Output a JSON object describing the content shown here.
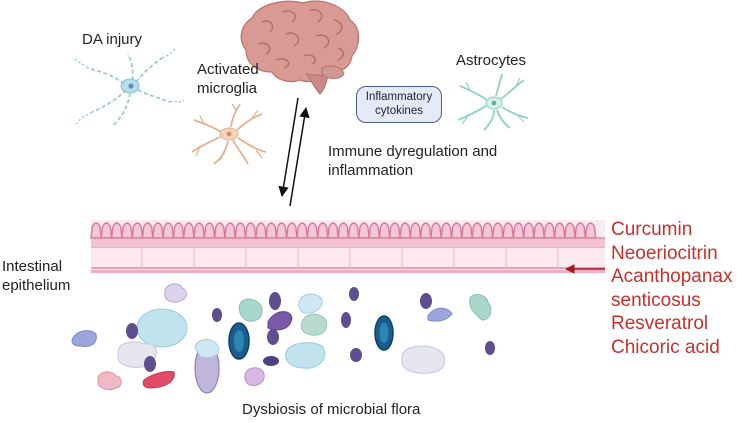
{
  "labels": {
    "da_injury": "DA injury",
    "microglia_line1": "Activated",
    "microglia_line2": "microglia",
    "astrocytes": "Astrocytes",
    "cytokines_line1": "Inflammatory",
    "cytokines_line2": "cytokines",
    "immune_line1": "Immune dyregulation and",
    "immune_line2": "inflammation",
    "epithelium_line1": "Intestinal",
    "epithelium_line2": "epithelium",
    "dysbiosis": "Dysbiosis of microbial flora"
  },
  "treatments": [
    "Curcumin",
    "Neoeriocitrin",
    "Acanthopanax",
    "senticosus",
    "Resveratrol",
    "Chicoric acid"
  ],
  "icons": [
    "brain-icon",
    "neuron-icon",
    "microglia-icon",
    "astrocyte-icon",
    "intestinal-epithelium-icon",
    "bacteria-icon"
  ],
  "colors": {
    "treatment_text": "#c9302c",
    "treatment_arrow": "#9e1b20",
    "brain": "#d99a94",
    "epithelium": "#e9a6be",
    "cytokine_box": "#e4eaf6"
  }
}
